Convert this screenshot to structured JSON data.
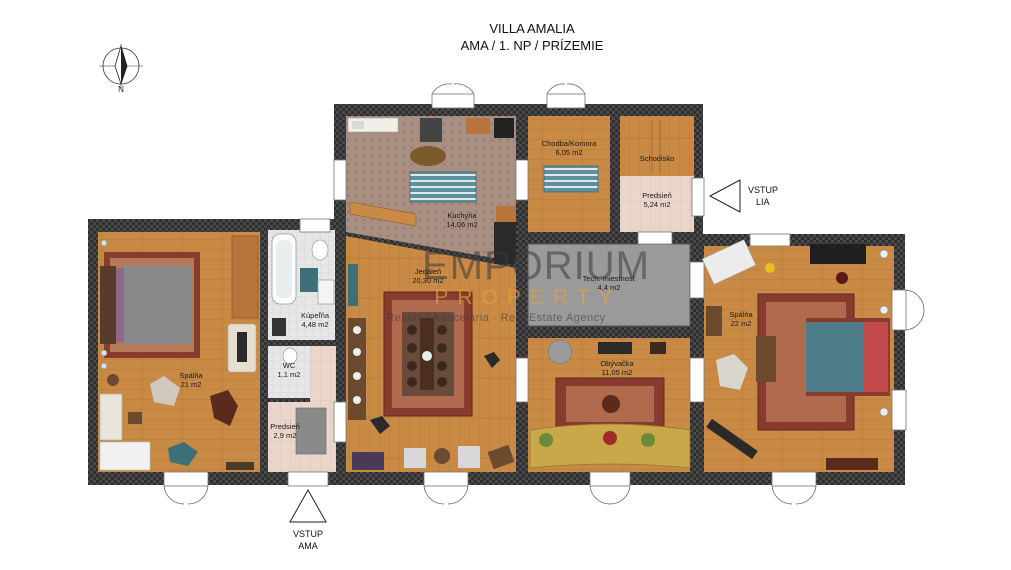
{
  "title": {
    "line1": "VILLA AMALIA",
    "line2": "AMA / 1. NP / PRÍZEMIE"
  },
  "compass": {
    "label": "N"
  },
  "rooms": [
    {
      "id": "spalna-left",
      "name": "Spálňa",
      "area": "21 m2"
    },
    {
      "id": "kupelna",
      "name": "Kúpeľňa",
      "area": "4,48 m2"
    },
    {
      "id": "wc",
      "name": "WC",
      "area": "1,1 m2"
    },
    {
      "id": "predsien-left",
      "name": "Predsieň",
      "area": "2,9 m2"
    },
    {
      "id": "kuchyna",
      "name": "Kuchyňa",
      "area": "14,06 m2"
    },
    {
      "id": "jedalen",
      "name": "Jedáleň",
      "area": "20,30 m2"
    },
    {
      "id": "chodba",
      "name": "Chodba/Komora",
      "area": "6,05 m2"
    },
    {
      "id": "schodisko",
      "name": "Schodisko",
      "area": ""
    },
    {
      "id": "predsien-right",
      "name": "Predsieň",
      "area": "5,24 m2"
    },
    {
      "id": "tech",
      "name": "Tech. miestnosť",
      "area": "4,4 m2"
    },
    {
      "id": "obyvacka",
      "name": "Obývačka",
      "area": "11,05 m2"
    },
    {
      "id": "spalna-right",
      "name": "Spálňa",
      "area": "22 m2"
    }
  ],
  "entries": [
    {
      "id": "lia",
      "line1": "VSTUP",
      "line2": "LIA"
    },
    {
      "id": "ama",
      "line1": "VSTUP",
      "line2": "AMA"
    }
  ],
  "watermark": {
    "brand": "EMPORIUM",
    "sub": "PROPERTY",
    "tagline": "Realitná kancelária · Real Estate Agency"
  },
  "colors": {
    "wood_floor": "#c98a46",
    "tile_floor": "#e8d2c6",
    "kitchen_floor": "#a98e82",
    "tech_room": "#9a9a9a",
    "wall": "#3c3c3c",
    "rug_red": "#8a3b2f",
    "rug_blue": "#4f7c8a"
  }
}
